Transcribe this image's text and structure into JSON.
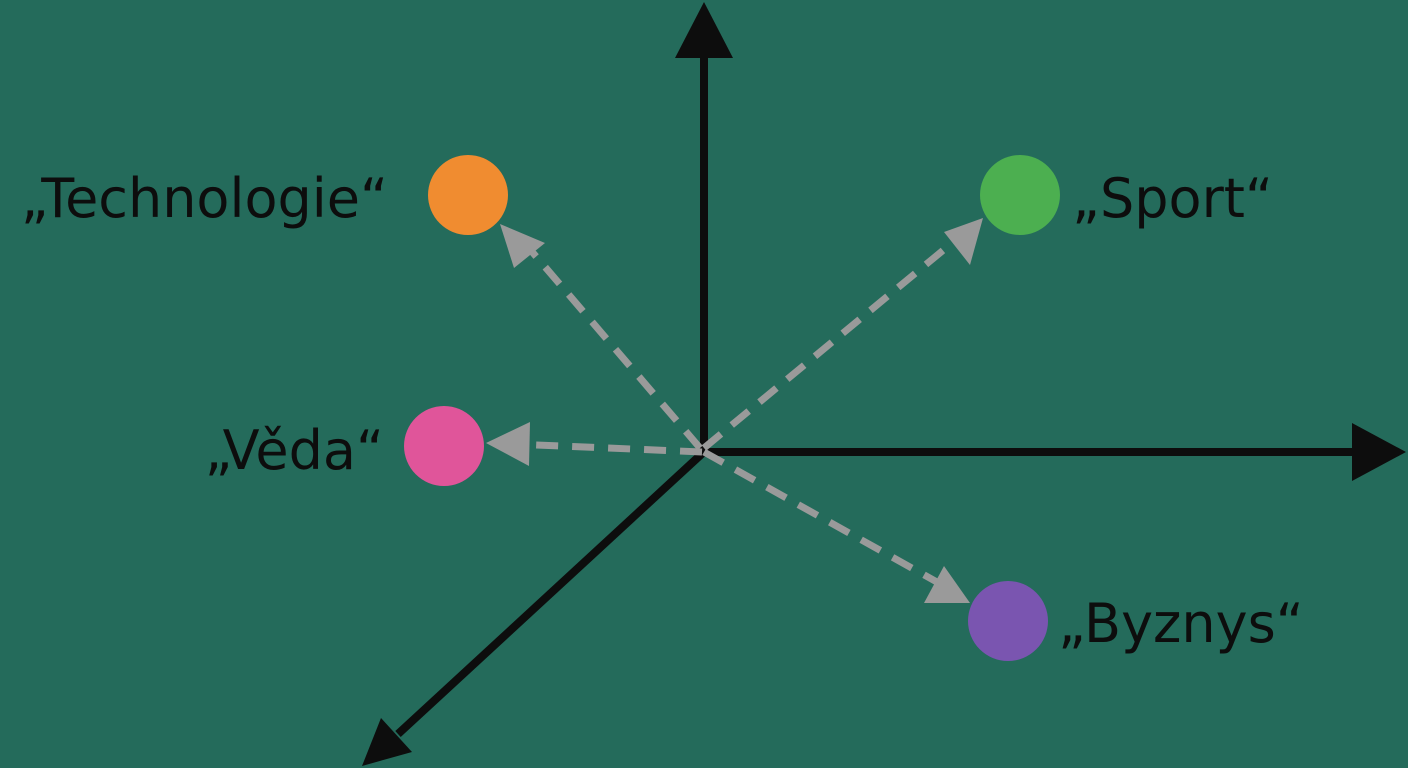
{
  "diagram": {
    "terms": [
      {
        "id": "technologie",
        "label": "„Technologie“",
        "color": "#f08c30"
      },
      {
        "id": "sport",
        "label": "„Sport“",
        "color": "#4caf50"
      },
      {
        "id": "veda",
        "label": "„Věda“",
        "color": "#e0559a"
      },
      {
        "id": "byznys",
        "label": "„Byznys“",
        "color": "#7a55b0"
      }
    ],
    "colors": {
      "background": "#246b5b",
      "axis": "#0d0d0d",
      "vector": "#9a9a9a"
    }
  }
}
